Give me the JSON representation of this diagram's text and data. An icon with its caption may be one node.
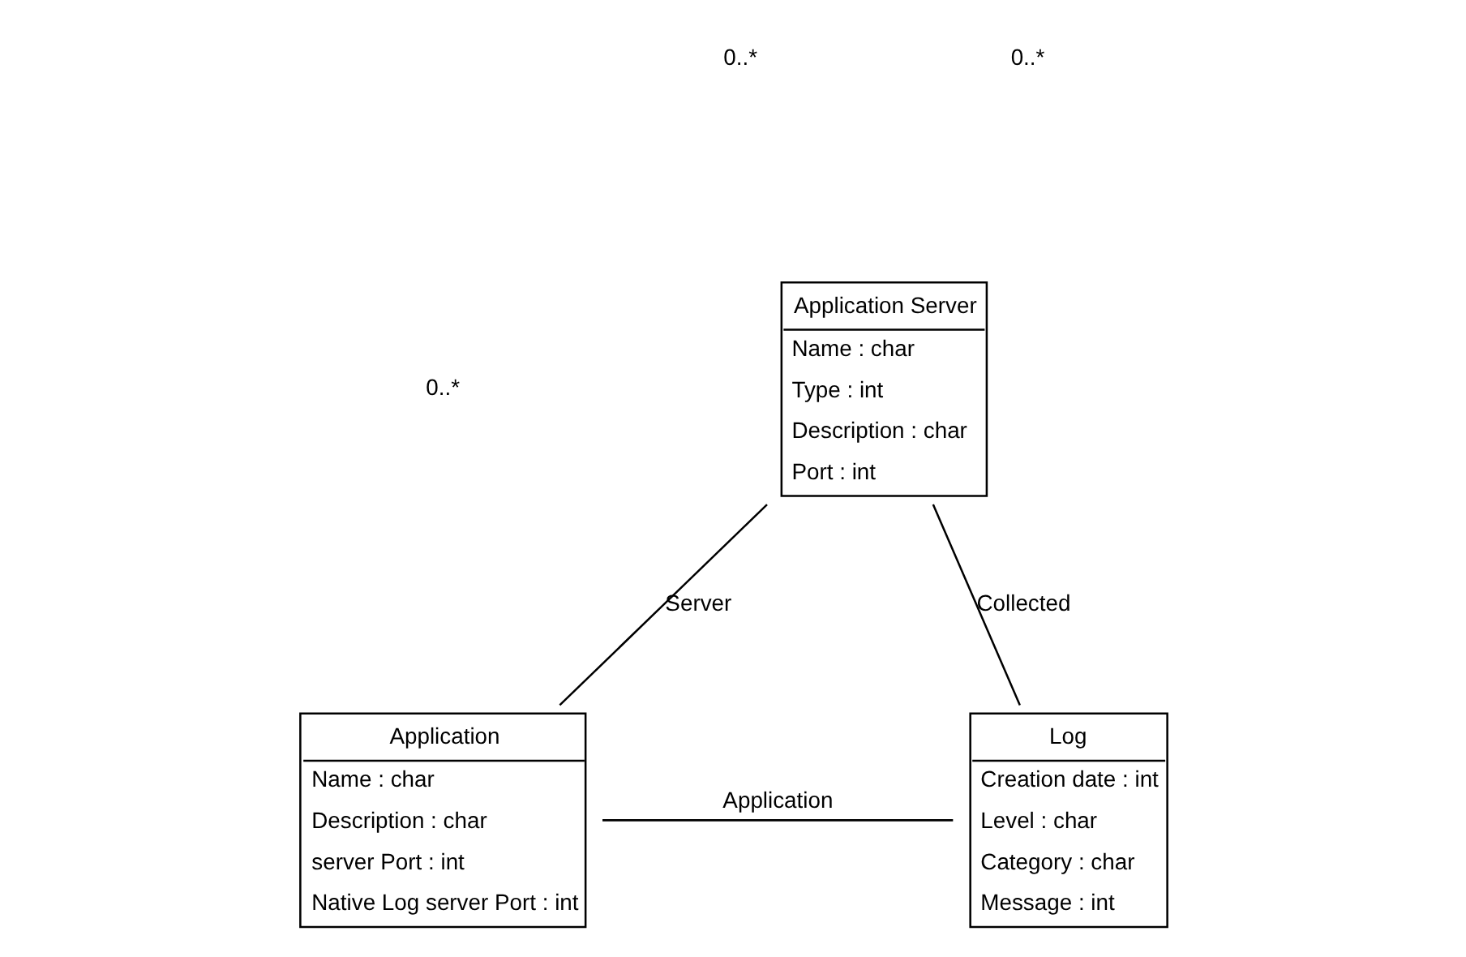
{
  "diagram": {
    "nodes": [
      {
        "text": [
          "Application Server",
          "Name : char",
          "Type : int",
          "Description : char",
          "Port : int"
        ]
      },
      {
        "text": [
          "Application",
          "Name : char",
          "Description : char",
          "server Port : int",
          "Native Log server Port : int"
        ]
      },
      {
        "text": [
          "Log",
          "Creation date : int",
          "Level : char",
          "Category : char",
          "Message : int"
        ]
      }
    ],
    "edges": [
      {
        "from": 0,
        "to": 1,
        "arrow": "none",
        "label": "Server"
      },
      {
        "from": 0,
        "to": 2,
        "arrow": "none",
        "label": "Collected"
      },
      {
        "from": 1,
        "to": 2,
        "arrow": "none",
        "label": "Application"
      }
    ],
    "labels": [
      "0..*",
      "0..*",
      "0..*"
    ]
  }
}
